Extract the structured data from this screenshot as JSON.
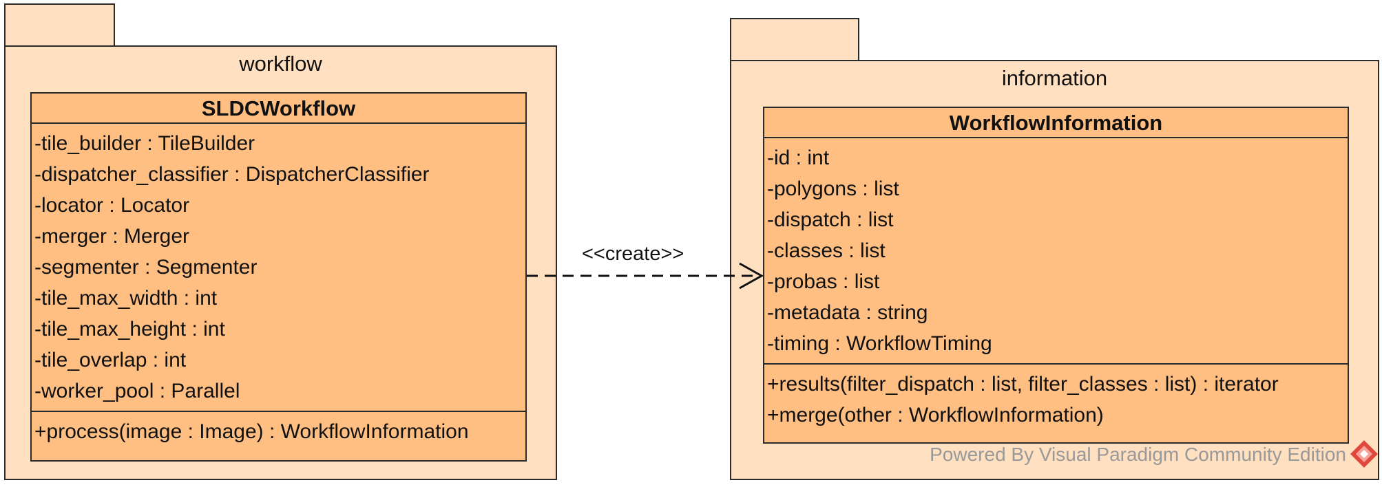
{
  "packages": {
    "workflow": {
      "name": "workflow",
      "class": {
        "name": "SLDCWorkflow",
        "attributes": [
          "-tile_builder : TileBuilder",
          "-dispatcher_classifier : DispatcherClassifier",
          "-locator : Locator",
          "-merger : Merger",
          "-segmenter : Segmenter",
          "-tile_max_width : int",
          "-tile_max_height : int",
          "-tile_overlap : int",
          "-worker_pool : Parallel"
        ],
        "operations": [
          "+process(image : Image) : WorkflowInformation"
        ]
      }
    },
    "information": {
      "name": "information",
      "class": {
        "name": "WorkflowInformation",
        "attributes": [
          "-id : int",
          "-polygons : list",
          "-dispatch : list",
          "-classes : list",
          "-probas : list",
          "-metadata : string",
          "-timing : WorkflowTiming"
        ],
        "operations": [
          "+results(filter_dispatch : list, filter_classes : list) : iterator",
          "+merge(other : WorkflowInformation)"
        ]
      }
    }
  },
  "dependency": {
    "stereotype": "<<create>>",
    "line_style": "dashed",
    "arrowhead": "open"
  },
  "watermark": {
    "text": "Powered By  Visual Paradigm Community Edition",
    "icon": "visual-paradigm-logo-icon",
    "text_color": "#999999",
    "logo_color": "#e0483e"
  },
  "colors": {
    "package_fill": "#ffe0c0",
    "class_fill": "#ffbe82",
    "border": "#2a2a2a"
  }
}
